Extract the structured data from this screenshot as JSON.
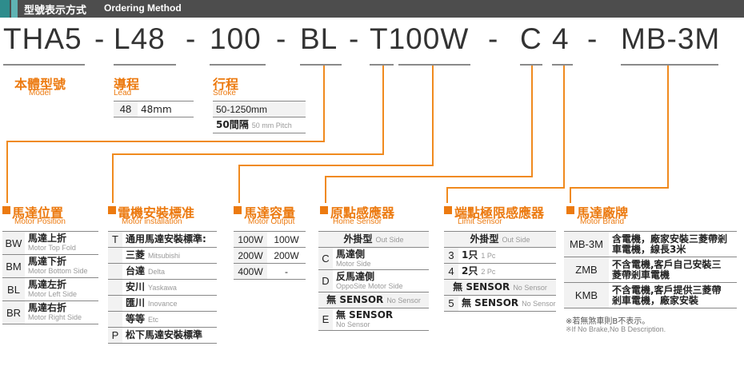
{
  "header": {
    "title_cn": "型號表示方式",
    "title_en": "Ordering Method"
  },
  "model_code": [
    "THA5",
    "-",
    "L48",
    "-",
    "100",
    "-",
    "BL",
    "-",
    "T100W",
    "-",
    "C",
    "4",
    "-",
    "MB-3M"
  ],
  "model": {
    "cn": "本體型號",
    "en": "Model"
  },
  "lead": {
    "cn": "導程",
    "en": "Lead",
    "code": "48",
    "value": "48mm"
  },
  "stroke": {
    "cn": "行程",
    "en": "Stroke",
    "range": "50-1250mm",
    "pitch_cn": "50間隔",
    "pitch_en": "50 mm Pitch"
  },
  "motor_position": {
    "cn": "馬達位置",
    "en": "Motor Position",
    "rows": [
      {
        "code": "BW",
        "cn": "馬達上折",
        "en": "Motor Top Fold"
      },
      {
        "code": "BM",
        "cn": "馬達下折",
        "en": "Motor Bottom Side"
      },
      {
        "code": "BL",
        "cn": "馬達左折",
        "en": "Motor Left Side"
      },
      {
        "code": "BR",
        "cn": "馬達右折",
        "en": "Motor Right Side"
      }
    ]
  },
  "motor_install": {
    "cn": "電機安裝標准",
    "en": "Motor installation",
    "t_code": "T",
    "t_label": "通用馬達安裝標準:",
    "brands": [
      {
        "cn": "三菱",
        "en": "Mitsubishi"
      },
      {
        "cn": "台達",
        "en": "Delta"
      },
      {
        "cn": "安川",
        "en": "Yaskawa"
      },
      {
        "cn": "匯川",
        "en": "Inovance"
      },
      {
        "cn": "等等",
        "en": "Etc"
      }
    ],
    "p_code": "P",
    "p_label": "松下馬達安裝標準"
  },
  "motor_output": {
    "cn": "馬達容量",
    "en": "Motor Output",
    "rows": [
      {
        "code": "100W",
        "value": "100W"
      },
      {
        "code": "200W",
        "value": "200W"
      },
      {
        "code": "400W",
        "value": "-"
      }
    ]
  },
  "home_sensor": {
    "cn": "原點感應器",
    "en": "Home Sensor",
    "head_cn": "外掛型",
    "head_en": "Out Side",
    "rows": [
      {
        "code": "C",
        "cn": "馬達側",
        "en": "Motor Side"
      },
      {
        "code": "D",
        "cn": "反馬達側",
        "en": "OppoSite Motor Side"
      }
    ],
    "none_cn": "無 SENSOR",
    "none_en": "No Sensor",
    "e_code": "E",
    "e_cn": "無  SENSOR",
    "e_en": "No Sensor"
  },
  "limit_sensor": {
    "cn": "端點極限感應器",
    "en": "Limit Sensor",
    "head_cn": "外掛型",
    "head_en": "Out Side",
    "rows": [
      {
        "code": "3",
        "cn": "1只",
        "en": "1 Pc"
      },
      {
        "code": "4",
        "cn": "2只",
        "en": "2 Pc"
      }
    ],
    "none_cn": "無 SENSOR",
    "none_en": "No Sensor",
    "five_code": "5",
    "five_cn": "無 SENSOR",
    "five_en": "No Sensor"
  },
  "motor_brand": {
    "cn": "馬達廠牌",
    "en": "Motor Brand",
    "rows": [
      {
        "code": "MB-3M",
        "line1": "含電機，廠家安裝三菱帶剎",
        "line2": "車電機，線長3米"
      },
      {
        "code": "ZMB",
        "line1": "不含電機,客戶自己安裝三",
        "line2": "菱帶剎車電機"
      },
      {
        "code": "KMB",
        "line1": "不含電機,客戶提供三菱帶",
        "line2": "剎車電機，廠家安裝"
      }
    ],
    "note_cn": "※若無煞車則B不表示。",
    "note_en": "※If No Brake,No B Description."
  },
  "colors": {
    "accent": "#ec7a10",
    "header": "#4d4d4d",
    "teal": "#2e8c8c"
  }
}
